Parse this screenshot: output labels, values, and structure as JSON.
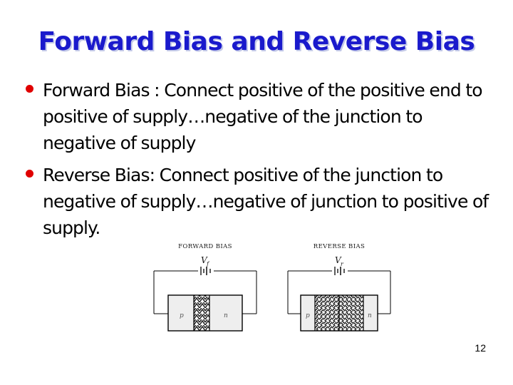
{
  "slide": {
    "title": "Forward Bias and Reverse Bias",
    "page_number": "12",
    "title_color": "#1a1acc",
    "title_shadow_color": "#c3c9e8",
    "bullet_color": "#e00000",
    "text_color": "#000000",
    "background": "#ffffff"
  },
  "bullets": [
    {
      "marker": "round-bullet",
      "text": "Forward Bias : Connect positive of the positive end to positive of supply…negative of the junction to negative of supply"
    },
    {
      "marker": "round-bullet",
      "text": "Reverse Bias: Connect positive of the junction to negative of supply…negative of junction to positive of supply."
    }
  ],
  "figure": {
    "name": "pn-junction-bias-diagram",
    "diagrams": [
      {
        "id": "forward-bias",
        "heading": "FORWARD BIAS",
        "voltage_symbol": "V",
        "voltage_subscript": "f",
        "p_label": "p",
        "n_label": "n",
        "depletion_width": "narrow",
        "region_fill": "#eeeeee",
        "line_color": "#000000"
      },
      {
        "id": "reverse-bias",
        "heading": "REVERSE BIAS",
        "voltage_symbol": "V",
        "voltage_subscript": "r",
        "p_label": "p",
        "n_label": "n",
        "depletion_width": "wide",
        "region_fill": "#eeeeee",
        "line_color": "#000000"
      }
    ]
  }
}
